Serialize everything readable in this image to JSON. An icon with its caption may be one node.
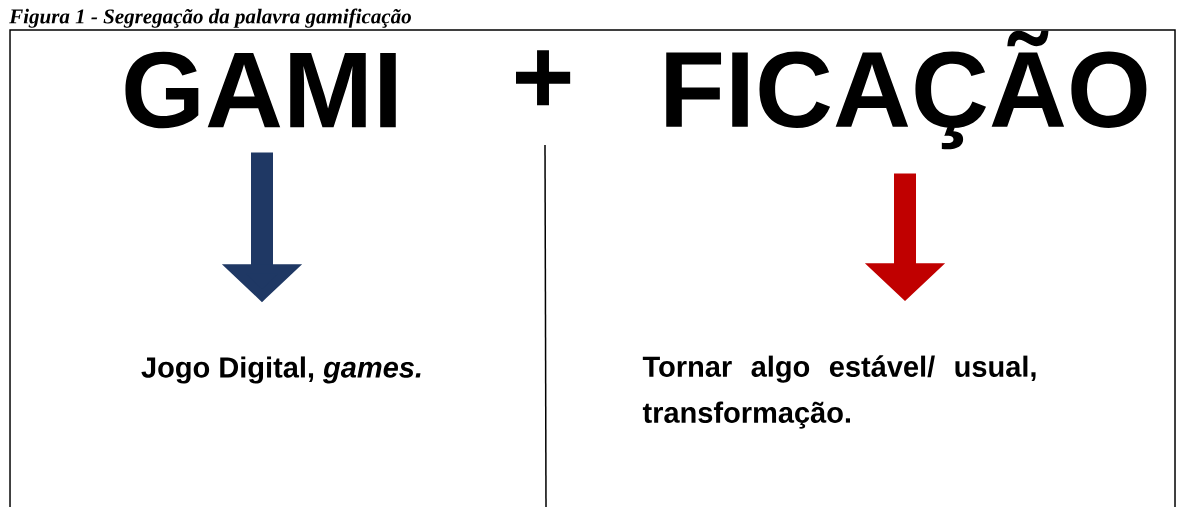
{
  "diagram": {
    "title": "Figura 1 - Segregação da palavra gamificação",
    "nodes": [
      {
        "text": [
          "GAMI"
        ]
      },
      {
        "text": [
          "FICAÇÃO"
        ]
      },
      {
        "text": [
          "Jogo Digital, *games.*"
        ]
      },
      {
        "text": [
          "Tornar algo estável/ usual, transformação."
        ]
      }
    ],
    "edges": [
      {
        "from": 0,
        "to": 2,
        "arrow": "to",
        "color": "#1f3864"
      },
      {
        "from": 1,
        "to": 3,
        "arrow": "to",
        "color": "#c00000"
      }
    ],
    "labels": [
      "+"
    ]
  }
}
